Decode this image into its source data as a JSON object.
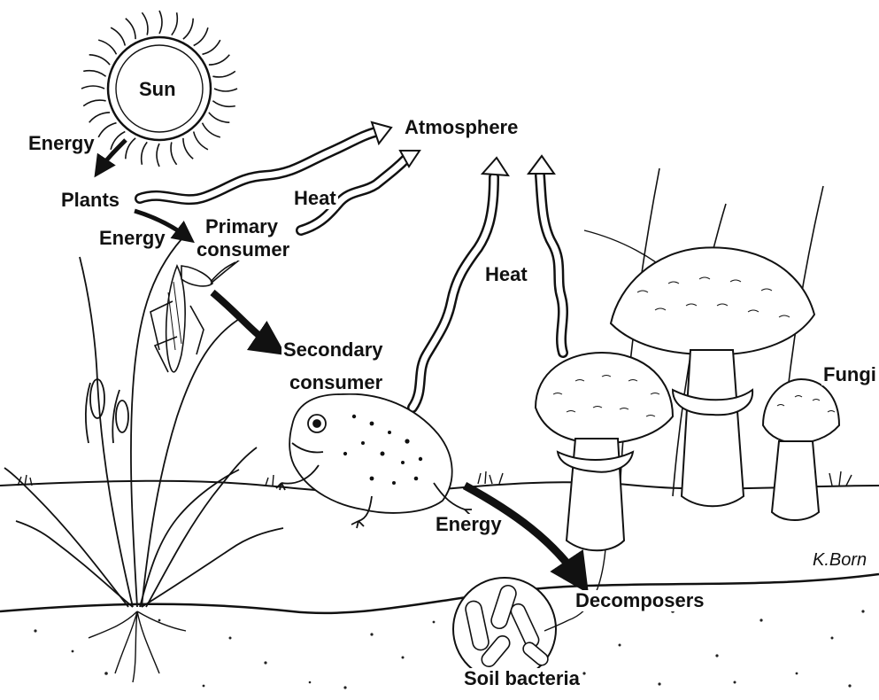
{
  "diagram": {
    "labels": {
      "sun": "Sun",
      "energy_sun": "Energy",
      "plants": "Plants",
      "energy_plants": "Energy",
      "primary_consumer_1": "Primary",
      "primary_consumer_2": "consumer",
      "heat_primary": "Heat",
      "atmosphere": "Atmosphere",
      "heat_secondary": "Heat",
      "secondary_consumer_1": "Secondary",
      "secondary_consumer_2": "consumer",
      "fungi": "Fungi",
      "energy_decomp": "Energy",
      "decomposers": "Decomposers",
      "soil_bacteria": "Soil bacteria",
      "signature": "K.Born"
    }
  }
}
